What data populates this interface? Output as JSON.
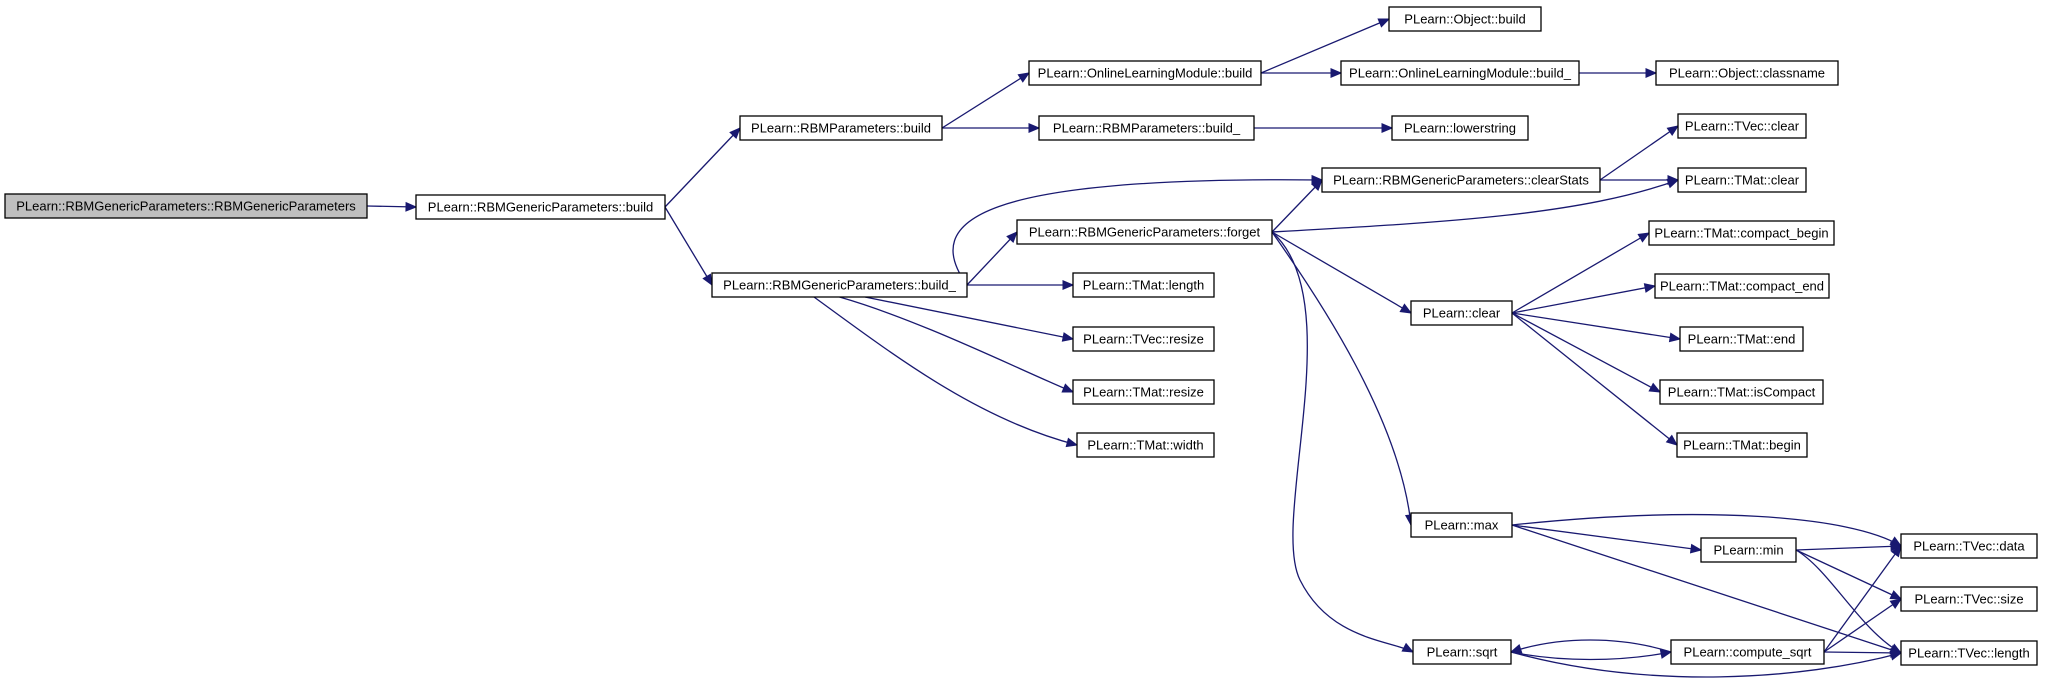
{
  "graph": {
    "nodes": {
      "root": "PLearn::RBMGenericParameters::RBMGenericParameters",
      "gp_build": "PLearn::RBMGenericParameters::build",
      "rbm_build": "PLearn::RBMParameters::build",
      "gp_build_": "PLearn::RBMGenericParameters::build_",
      "olm_build": "PLearn::OnlineLearningModule::build",
      "rbm_build_": "PLearn::RBMParameters::build_",
      "forget": "PLearn::RBMGenericParameters::forget",
      "tmat_length": "PLearn::TMat::length",
      "tvec_resize": "PLearn::TVec::resize",
      "tmat_resize": "PLearn::TMat::resize",
      "tmat_width": "PLearn::TMat::width",
      "obj_build": "PLearn::Object::build",
      "olm_build_": "PLearn::OnlineLearningModule::build_",
      "lowerstring": "PLearn::lowerstring",
      "clearstats": "PLearn::RBMGenericParameters::clearStats",
      "clear": "PLearn::clear",
      "max": "PLearn::max",
      "sqrt": "PLearn::sqrt",
      "min": "PLearn::min",
      "compute_sqrt": "PLearn::compute_sqrt",
      "obj_classname": "PLearn::Object::classname",
      "tvec_clear": "PLearn::TVec::clear",
      "tmat_clear": "PLearn::TMat::clear",
      "tmat_compact_begin": "PLearn::TMat::compact_begin",
      "tmat_compact_end": "PLearn::TMat::compact_end",
      "tmat_end": "PLearn::TMat::end",
      "tmat_iscompact": "PLearn::TMat::isCompact",
      "tmat_begin": "PLearn::TMat::begin",
      "tvec_data": "PLearn::TVec::data",
      "tvec_size": "PLearn::TVec::size",
      "tvec_length": "PLearn::TVec::length"
    },
    "edges": [
      [
        "root",
        "gp_build"
      ],
      [
        "gp_build",
        "rbm_build"
      ],
      [
        "gp_build",
        "gp_build_"
      ],
      [
        "rbm_build",
        "olm_build"
      ],
      [
        "rbm_build",
        "rbm_build_"
      ],
      [
        "olm_build",
        "obj_build"
      ],
      [
        "olm_build",
        "olm_build_"
      ],
      [
        "olm_build_",
        "obj_classname"
      ],
      [
        "rbm_build_",
        "lowerstring"
      ],
      [
        "gp_build_",
        "clearstats"
      ],
      [
        "gp_build_",
        "forget"
      ],
      [
        "gp_build_",
        "tmat_length"
      ],
      [
        "gp_build_",
        "tvec_resize"
      ],
      [
        "gp_build_",
        "tmat_resize"
      ],
      [
        "gp_build_",
        "tmat_width"
      ],
      [
        "forget",
        "clearstats"
      ],
      [
        "forget",
        "tmat_clear"
      ],
      [
        "forget",
        "clear"
      ],
      [
        "forget",
        "max"
      ],
      [
        "forget",
        "sqrt"
      ],
      [
        "clearstats",
        "tvec_clear"
      ],
      [
        "clearstats",
        "tmat_clear"
      ],
      [
        "clear",
        "tmat_compact_begin"
      ],
      [
        "clear",
        "tmat_compact_end"
      ],
      [
        "clear",
        "tmat_end"
      ],
      [
        "clear",
        "tmat_iscompact"
      ],
      [
        "clear",
        "tmat_begin"
      ],
      [
        "max",
        "tvec_data"
      ],
      [
        "max",
        "min"
      ],
      [
        "max",
        "tvec_length"
      ],
      [
        "min",
        "tvec_data"
      ],
      [
        "min",
        "tvec_size"
      ],
      [
        "min",
        "tvec_length"
      ],
      [
        "sqrt",
        "compute_sqrt"
      ],
      [
        "sqrt",
        "tvec_length"
      ],
      [
        "compute_sqrt",
        "sqrt"
      ],
      [
        "compute_sqrt",
        "tvec_data"
      ],
      [
        "compute_sqrt",
        "tvec_size"
      ],
      [
        "compute_sqrt",
        "tvec_length"
      ]
    ]
  }
}
